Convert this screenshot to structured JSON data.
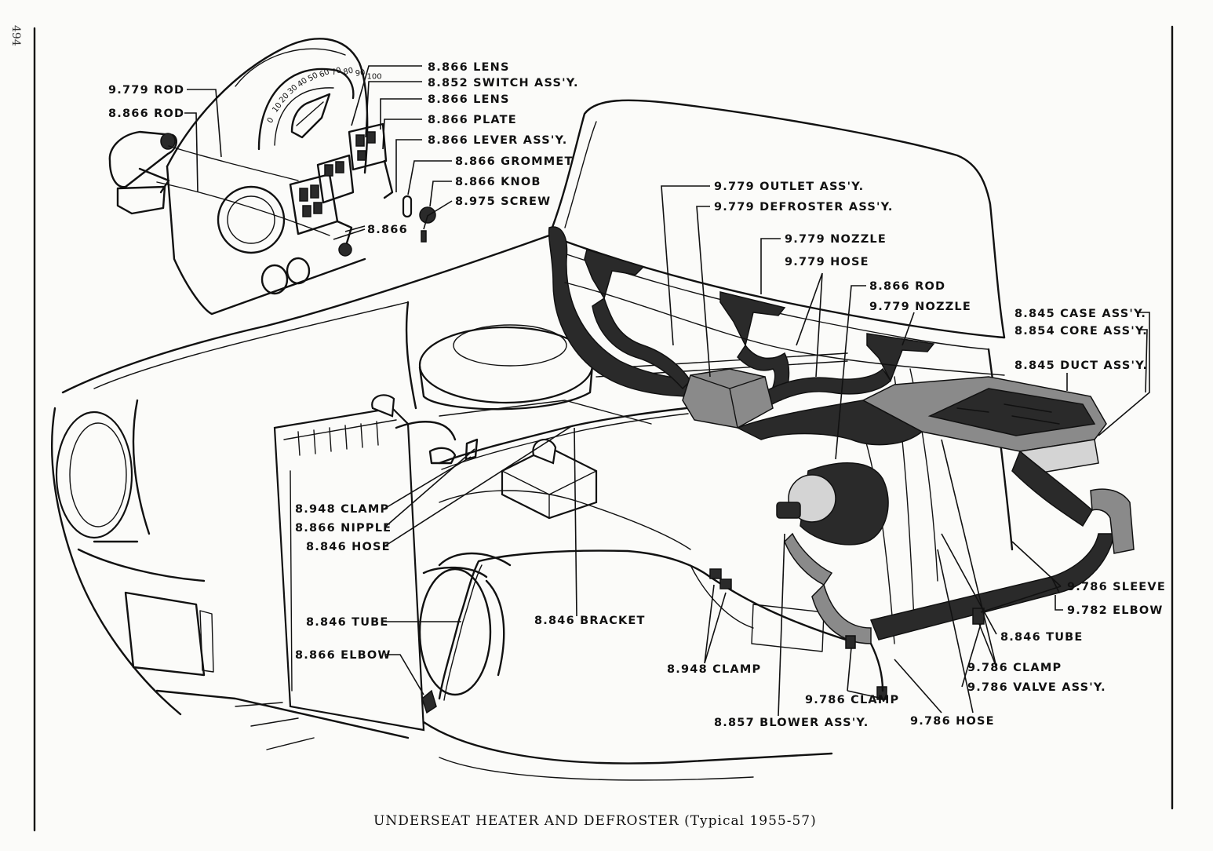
{
  "page_number": "494",
  "caption": "UNDERSEAT HEATER AND DEFROSTER (Typical 1955-57)",
  "gauge_numbers": [
    "0",
    "10",
    "20",
    "30",
    "40",
    "50",
    "60",
    "70",
    "80",
    "90",
    "100"
  ],
  "labels": {
    "l_8866_lens_top": "8.866 LENS",
    "l_8852_switch": "8.852 SWITCH ASS'Y.",
    "l_8866_lens_2": "8.866 LENS",
    "l_8866_plate": "8.866 PLATE",
    "l_8866_lever": "8.866 LEVER ASS'Y.",
    "l_8866_grommet": "8.866 GROMMET",
    "l_8866_knob": "8.866 KNOB",
    "l_8975_screw": "8.975 SCREW",
    "l_9779_rod": "9.779 ROD",
    "l_8866_rod_left": "8.866 ROD",
    "l_8866": "8.866",
    "l_9779_outlet": "9.779 OUTLET ASS'Y.",
    "l_9779_defroster": "9.779 DEFROSTER ASS'Y.",
    "l_9779_nozzle_1": "9.779 NOZZLE",
    "l_9779_hose": "9.779 HOSE",
    "l_8866_rod_right": "8.866 ROD",
    "l_9779_nozzle_2": "9.779 NOZZLE",
    "l_8845_case": "8.845 CASE ASS'Y.",
    "l_8854_core": "8.854 CORE ASS'Y.",
    "l_8845_duct": "8.845 DUCT ASS'Y.",
    "l_8948_clamp_left": "8.948 CLAMP",
    "l_8866_nipple": "8.866 NIPPLE",
    "l_8846_hose": "8.846 HOSE",
    "l_8846_tube_left": "8.846 TUBE",
    "l_8846_bracket": "8.846 BRACKET",
    "l_8866_elbow": "8.866 ELBOW",
    "l_8948_clamp_bottom": "8.948 CLAMP",
    "l_9786_sleeve": "9.786 SLEEVE",
    "l_9782_elbow": "9.782 ELBOW",
    "l_8846_tube_right": "8.846 TUBE",
    "l_9786_clamp_right": "9.786 CLAMP",
    "l_9786_valve": "9.786 VALVE ASS'Y.",
    "l_9786_clamp_bottom": "9.786 CLAMP",
    "l_8857_blower": "8.857 BLOWER ASS'Y.",
    "l_9786_hose": "9.786 HOSE"
  }
}
